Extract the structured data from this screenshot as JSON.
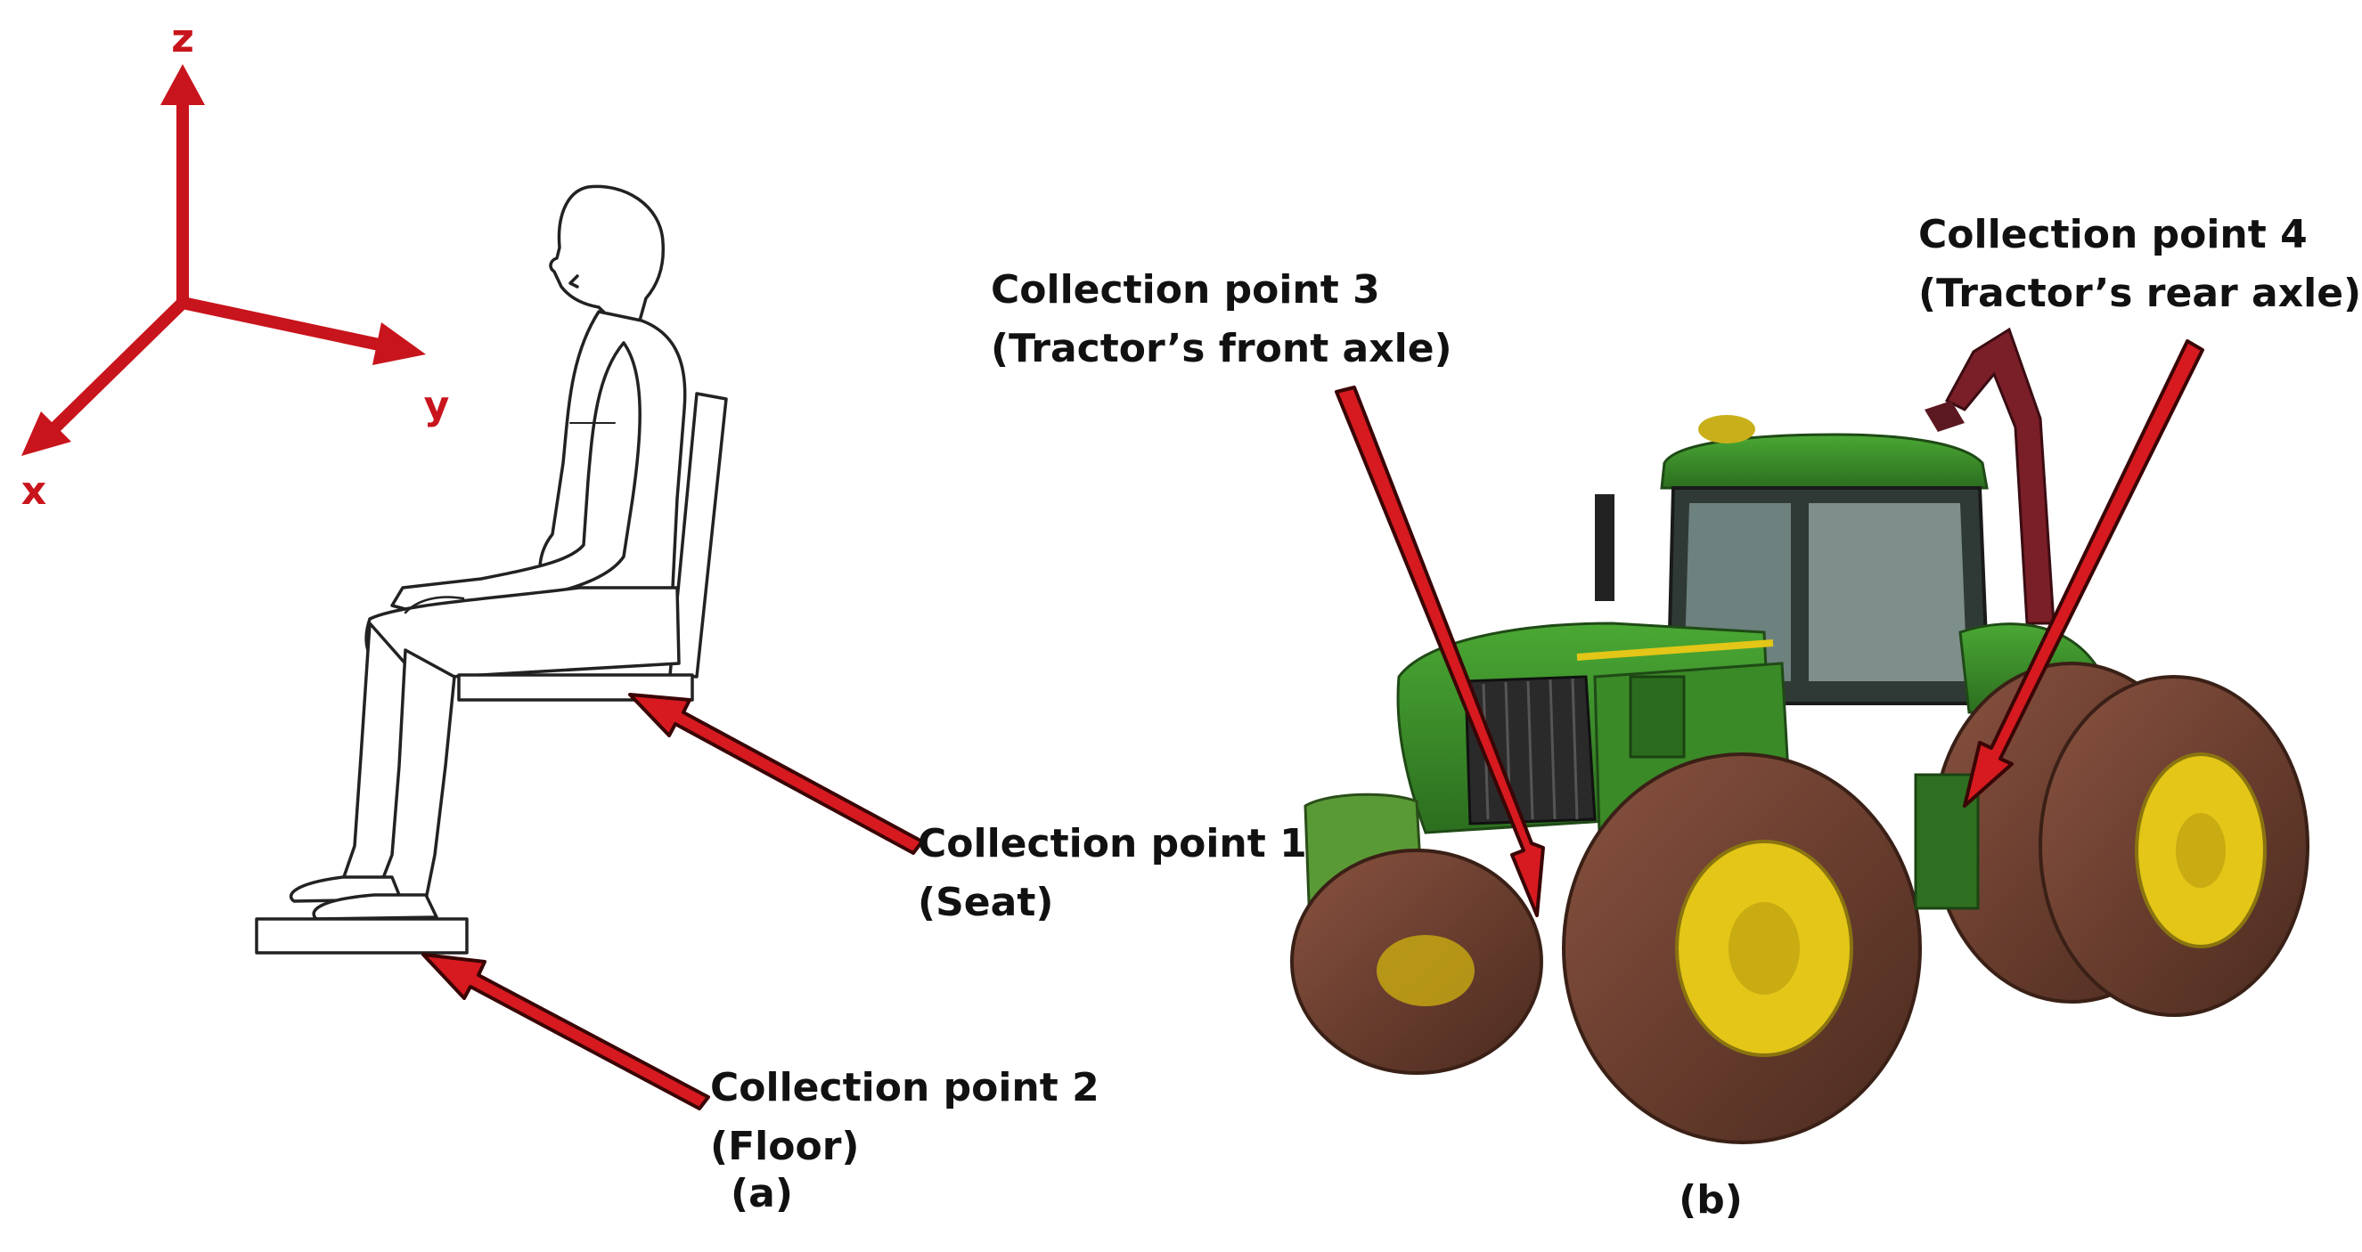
{
  "colors": {
    "axis": "#c8141c",
    "arrow_fill": "#d61a20",
    "arrow_outline": "#3a0505",
    "tractor_green": "#3d8f2a",
    "tractor_yellow": "#e3c617",
    "tire": "#6b3c2b",
    "text": "#111111"
  },
  "axes": {
    "z": "z",
    "y": "y",
    "x": "x"
  },
  "panel_a": {
    "caption": "(a)",
    "point1": {
      "title": "Collection point 1",
      "detail": "(Seat)"
    },
    "point2": {
      "title": "Collection point 2",
      "detail": "(Floor)"
    }
  },
  "panel_b": {
    "caption": "(b)",
    "point3": {
      "title": "Collection point 3",
      "detail": "(Tractor’s front axle)"
    },
    "point4": {
      "title": "Collection point 4",
      "detail": "(Tractor’s rear axle)"
    }
  },
  "icons": [
    "seated-person-icon",
    "tractor-icon"
  ]
}
